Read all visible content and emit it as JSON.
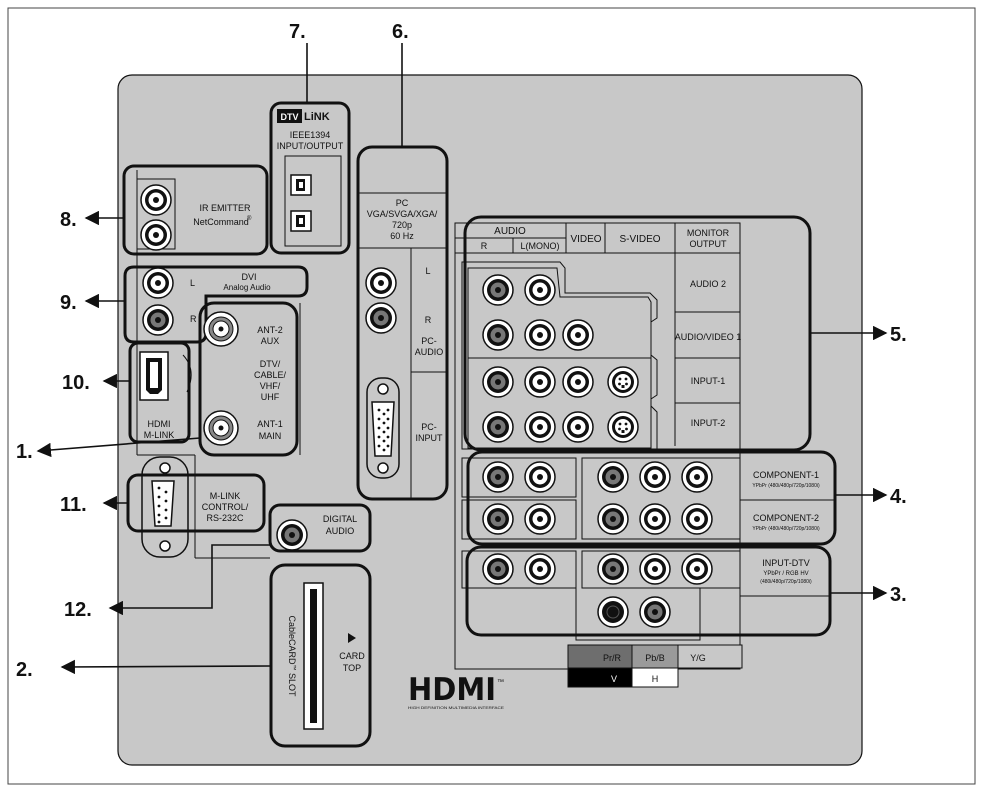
{
  "callouts": {
    "c1": "1.",
    "c2": "2.",
    "c3": "3.",
    "c4": "4.",
    "c5": "5.",
    "c6": "6.",
    "c7": "7.",
    "c8": "8.",
    "c9": "9.",
    "c10": "10.",
    "c11": "11.",
    "c12": "12."
  },
  "dtv_link": {
    "logo_dtv": "DTV",
    "logo_link": "LiNK",
    "line1": "IEEE1394",
    "line2": "INPUT/OUTPUT"
  },
  "pc": {
    "line1": "PC",
    "line2": "VGA/SVGA/XGA/",
    "line3": "720p",
    "line4": "60 Hz",
    "l": "L",
    "r": "R",
    "audio1": "PC-",
    "audio2": "AUDIO",
    "input1": "PC-",
    "input2": "INPUT"
  },
  "ir": {
    "line1": "IR EMITTER",
    "line2": "NetCommand",
    "reg": "®"
  },
  "dvi": {
    "line1": "DVI",
    "line2": "Analog Audio",
    "l": "L",
    "r": "R"
  },
  "antenna": {
    "aux1": "ANT-2",
    "aux2": "AUX",
    "dtv1": "DTV/",
    "dtv2": "CABLE/",
    "dtv3": "VHF/",
    "dtv4": "UHF",
    "main1": "ANT-1",
    "main2": "MAIN"
  },
  "hdmi_port": {
    "line1": "HDMI",
    "line2": "M-LINK"
  },
  "mlink": {
    "line1": "M-LINK",
    "line2": "CONTROL/",
    "line3": "RS-232C"
  },
  "digital_audio": {
    "line1": "DIGITAL",
    "line2": "AUDIO"
  },
  "card": {
    "slot": "CableCARD",
    "tm": "™",
    "slot2": " SLOT",
    "top1": "CARD",
    "top2": "TOP"
  },
  "av_header": {
    "audio": "AUDIO",
    "r": "R",
    "lmono": "L(MONO)",
    "video": "VIDEO",
    "svideo": "S-VIDEO",
    "monitor1": "MONITOR",
    "monitor2": "OUTPUT"
  },
  "av_rows": {
    "audio2": "AUDIO 2",
    "av1": "AUDIO/VIDEO 1",
    "in1": "INPUT-1",
    "in2": "INPUT-2"
  },
  "component": {
    "c1": "COMPONENT-1",
    "c1sub": "YPbPr (480i/480p/720p/1080i)",
    "c2": "COMPONENT-2",
    "c2sub": "YPbPr (480i/480p/720p/1080i)",
    "dtv": "INPUT-DTV",
    "dtvsub1": "YPbPr / RGB HV",
    "dtvsub2": "(480i/480p/720p/1080i)"
  },
  "legend": {
    "prr": "Pr/R",
    "pbb": "Pb/B",
    "yg": "Y/G",
    "v": "V",
    "h": "H"
  },
  "hdmi_logo": {
    "mark": "HDMI",
    "tm": "™",
    "tagline": "HIGH DEFINITION MULTIMEDIA INTERFACE"
  },
  "colors": {
    "panel": "#c8c8c8",
    "outline": "#111111",
    "legend_dark": "#6e6e6e",
    "legend_mid": "#9a9a9a",
    "legend_black": "#000000"
  }
}
